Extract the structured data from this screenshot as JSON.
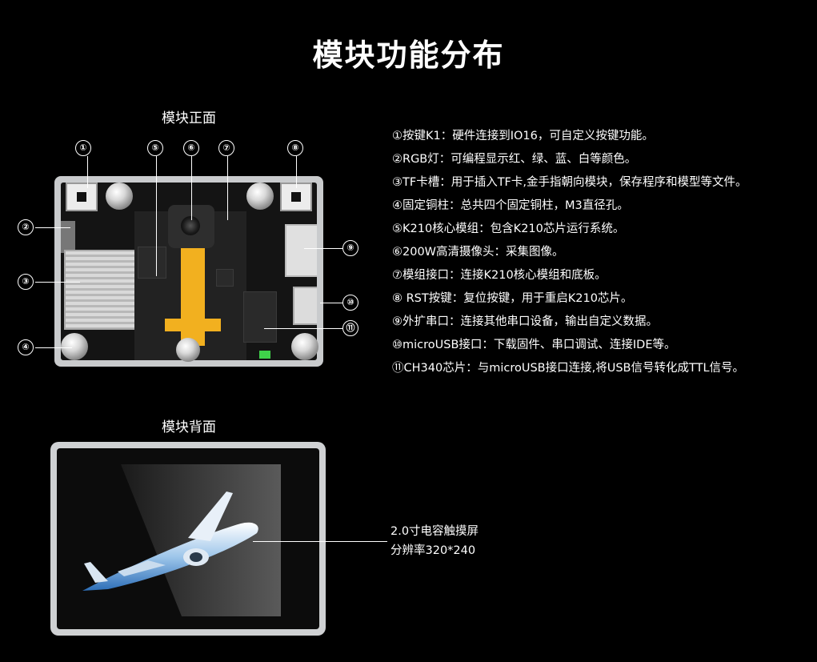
{
  "title": "模块功能分布",
  "front_label": "模块正面",
  "back_label": "模块背面",
  "markers": [
    "①",
    "②",
    "③",
    "④",
    "⑤",
    "⑥",
    "⑦",
    "⑧",
    "⑨",
    "⑩",
    "⑪"
  ],
  "features": [
    "①按键K1：硬件连接到IO16，可自定义按键功能。",
    "②RGB灯：可编程显示红、绿、蓝、白等颜色。",
    "③TF卡槽：用于插入TF卡,金手指朝向模块，保存程序和模型等文件。",
    "④固定铜柱：总共四个固定铜柱，M3直径孔。",
    "⑤K210核心模组：包含K210芯片运行系统。",
    "⑥200W高清摄像头：采集图像。",
    "⑦模组接口：连接K210核心模组和底板。",
    "⑧ RST按键：复位按键，用于重启K210芯片。",
    "⑨外扩串口：连接其他串口设备，输出自定义数据。",
    "⑩microUSB接口：下载固件、串口调试、连接IDE等。",
    "⑪CH340芯片：与microUSB接口连接,将USB信号转化成TTL信号。"
  ],
  "screen_desc": {
    "line1": "2.0寸电容触摸屏",
    "line2": "分辨率320*240"
  },
  "colors": {
    "background": "#000000",
    "text": "#ffffff",
    "flex_cable": "#f2b01f",
    "led": "#3fd34a"
  }
}
